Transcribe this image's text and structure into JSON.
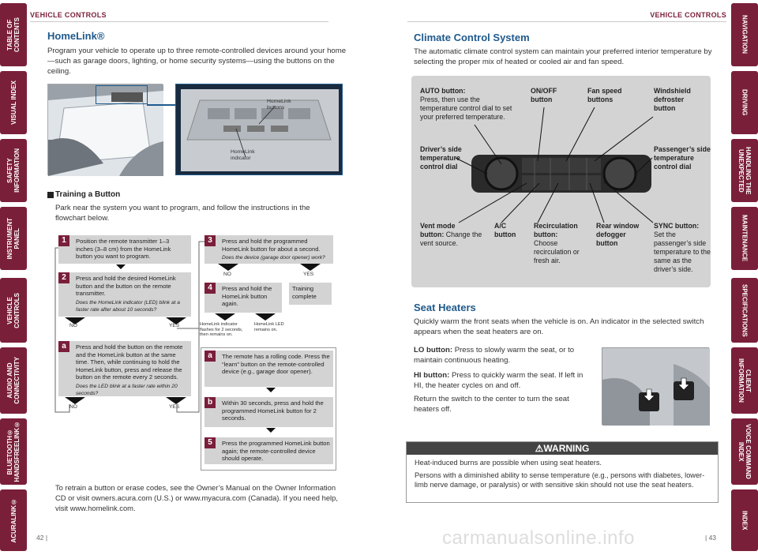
{
  "left_header": "VEHICLE CONTROLS",
  "right_header": "VEHICLE CONTROLS",
  "left_tabs": [
    "TABLE OF\nCONTENTS",
    "VISUAL INDEX",
    "SAFETY\nINFORMATION",
    "INSTRUMENT\nPANEL",
    "VEHICLE\nCONTROLS",
    "AUDIO AND\nCONNECTIVITY",
    "BLUETOOTH®\nHANDSFREELINK®",
    "ACURALINK®"
  ],
  "right_tabs": [
    "NAVIGATION",
    "DRIVING",
    "HANDLING THE\nUNEXPECTED",
    "MAINTENANCE",
    "SPECIFICATIONS",
    "CLIENT\nINFORMATION",
    "VOICE COMMAND\nINDEX",
    "INDEX"
  ],
  "homelink": {
    "title": "HomeLink®",
    "intro": "Program your vehicle to operate up to three remote-controlled devices around your home—such as garage doors, lighting, or home security systems—using the buttons on the ceiling.",
    "img_label1": "HomeLink\nbuttons",
    "img_label2": "HomeLink\nindicator",
    "training_title": "Training a Button",
    "training_text": "Park near the system you want to program, and follow the instructions in the flowchart below.",
    "steps": {
      "s1": "Position the remote transmitter 1–3 inches (3–8 cm) from the HomeLink button you want to program.",
      "s2": "Press and hold the desired HomeLink button and the button on the remote transmitter.",
      "s2q": "Does the HomeLink indicator (LED) blink at a faster rate after about 10 seconds?",
      "sa": "Press and hold the button on the remote and the HomeLink button at the same time. Then, while continuing to hold the HomeLink button, press and release the button on the remote every 2 seconds.",
      "saq": "Does the LED blink at a faster rate within 20 seconds?",
      "s3": "Press and hold the programmed HomeLink button for about a second.",
      "s3q": "Does the device (garage door opener) work?",
      "s4": "Press and hold the HomeLink button again.",
      "training_complete": "Training complete",
      "note_a": "HomeLink indicator flashes for 2 seconds, then remains on.",
      "note_b": "HomeLink LED remains on.",
      "ra": "The remote has a rolling code. Press the “learn” button on the remote-controlled device (e.g., garage door opener).",
      "rb": "Within 30 seconds, press and hold the programmed HomeLink button for 2 seconds.",
      "s5": "Press the programmed HomeLink button again; the remote-controlled device should operate.",
      "no": "NO",
      "yes": "YES",
      "n1": "1",
      "n2": "2",
      "n3": "3",
      "n4": "4",
      "n5": "5",
      "na": "a",
      "nb": "b"
    },
    "retrain": "To retrain a button or erase codes, see the Owner’s Manual on the Owner Information CD or visit owners.acura.com (U.S.) or www.myacura.com (Canada). If you need help, visit www.homelink.com."
  },
  "climate": {
    "title": "Climate Control System",
    "intro": "The automatic climate control system can maintain your preferred interior temperature by selecting the proper mix of heated or cooled air and fan speed.",
    "auto_t": "AUTO button:",
    "auto_d": "Press, then use the temperature control dial to set your preferred temperature.",
    "onoff": "ON/OFF\nbutton",
    "fan": "Fan speed\nbuttons",
    "wind": "Windshield\ndefroster\nbutton",
    "driver": "Driver’s side\ntemperature\ncontrol dial",
    "pass": "Passenger’s side\ntemperature\ncontrol dial",
    "vent_t": "Vent mode\nbutton:",
    "vent_d": "Change the vent source.",
    "ac": "A/C\nbutton",
    "recirc_t": "Recirculation\nbutton:",
    "recirc_d": "Choose recirculation or fresh air.",
    "rear": "Rear window\ndefogger\nbutton",
    "sync_t": "SYNC button:",
    "sync_d": "Set the passenger’s side temperature to the same as the driver’s side."
  },
  "seat": {
    "title": "Seat Heaters",
    "intro": "Quickly warm the front seats when the vehicle is on. An indicator in the selected switch appears when the seat heaters are on.",
    "lo_t": "LO button:",
    "lo_d": "Press to slowly warm the seat, or to maintain continuous heating.",
    "hi_t": "HI button:",
    "hi_d": "Press to quickly warm the seat. If left in HI, the heater cycles on and off.",
    "ret": "Return the switch to the center to turn the seat heaters off."
  },
  "warning": {
    "title": "WARNING",
    "l1": "Heat-induced burns are possible when using seat heaters.",
    "l2": "Persons with a diminished ability to sense temperature (e.g., persons with diabetes, lower-limb nerve damage, or paralysis) or with sensitive skin should not use the seat heaters."
  },
  "page_left": "42  |",
  "page_right": "|  43",
  "watermark": "carmanualsonline.info"
}
